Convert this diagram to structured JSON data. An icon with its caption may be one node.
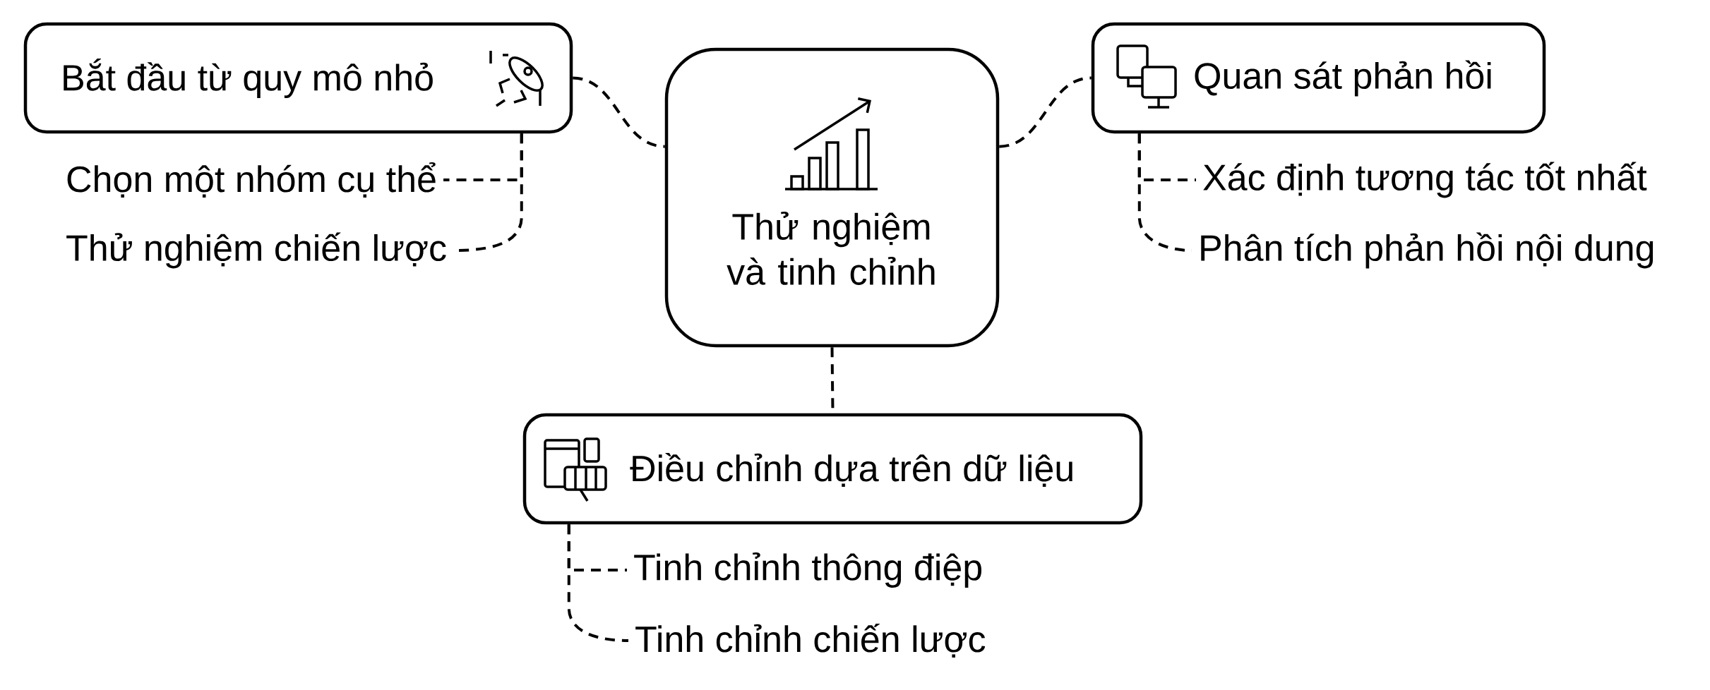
{
  "diagram": {
    "nodes": [
      {
        "text": [
          "Bắt đầu từ quy mô nhỏ"
        ]
      },
      {
        "text": [
          "Thử nghiệm và tinh chỉnh"
        ]
      },
      {
        "text": [
          "Quan sát phản hồi"
        ]
      },
      {
        "text": [
          "Chọn một nhóm cụ thể"
        ]
      },
      {
        "text": [
          "Thử nghiệm chiến lược"
        ]
      },
      {
        "text": [
          "Xác định tương tác tốt nhất"
        ]
      },
      {
        "text": [
          "Phân tích phản hồi nội dung"
        ]
      },
      {
        "text": [
          "Điều chỉnh dựa trên dữ liệu"
        ]
      },
      {
        "text": [
          "Tinh chỉnh thông điệp"
        ]
      },
      {
        "text": [
          "Tinh chỉnh chiến lược"
        ]
      }
    ],
    "edges": [
      {
        "from": 0,
        "to": 1,
        "arrow": "none",
        "style": "dashed"
      },
      {
        "from": 1,
        "to": 2,
        "arrow": "none",
        "style": "dashed"
      },
      {
        "from": 1,
        "to": 7,
        "arrow": "none",
        "style": "dashed"
      },
      {
        "from": 0,
        "to": 3,
        "arrow": "none",
        "style": "dashed"
      },
      {
        "from": 0,
        "to": 4,
        "arrow": "none",
        "style": "dashed"
      },
      {
        "from": 2,
        "to": 5,
        "arrow": "none",
        "style": "dashed"
      },
      {
        "from": 2,
        "to": 6,
        "arrow": "none",
        "style": "dashed"
      },
      {
        "from": 7,
        "to": 8,
        "arrow": "none",
        "style": "dashed"
      },
      {
        "from": 7,
        "to": 9,
        "arrow": "none",
        "style": "dashed"
      }
    ]
  }
}
